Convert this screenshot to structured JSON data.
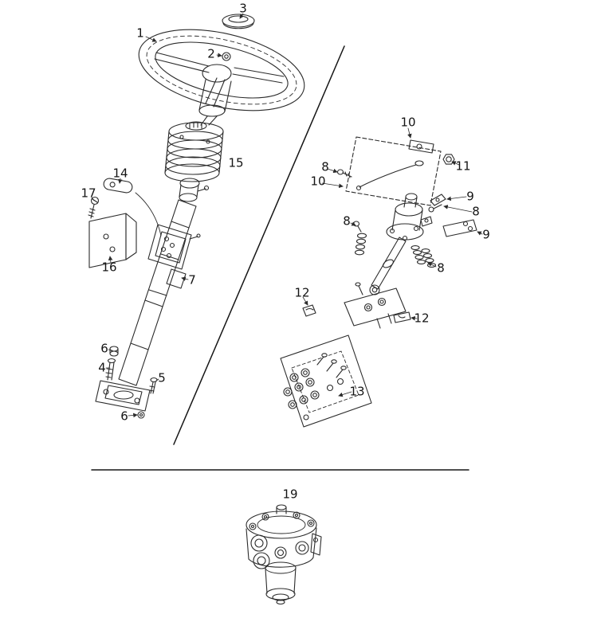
{
  "figure": {
    "type": "exploded-parts-diagram",
    "subject": "Steering column and steering control valve assembly"
  },
  "colors": {
    "line": "#2b2b2b",
    "background": "#ffffff"
  },
  "callouts": [
    {
      "part": "horn-cap",
      "label": "3"
    },
    {
      "part": "steering-wheel",
      "label": "1"
    },
    {
      "part": "wheel-nut",
      "label": "2"
    },
    {
      "part": "flex-coupling",
      "label": "15"
    },
    {
      "part": "cover-cap",
      "label": "14"
    },
    {
      "part": "screw-17",
      "label": "17"
    },
    {
      "part": "bracket-16",
      "label": "16"
    },
    {
      "part": "column-assembly",
      "label": "7"
    },
    {
      "part": "plate-10-top",
      "label": "10"
    },
    {
      "part": "screw-8-a",
      "label": "8"
    },
    {
      "part": "plate-10-left",
      "label": "10"
    },
    {
      "part": "nut-11",
      "label": "11"
    },
    {
      "part": "clip-9-upper",
      "label": "9"
    },
    {
      "part": "screw-8-b",
      "label": "8"
    },
    {
      "part": "screw-8-c",
      "label": "8"
    },
    {
      "part": "bracket-9-lower",
      "label": "9"
    },
    {
      "part": "spring-8",
      "label": "8"
    },
    {
      "part": "clamp-12-left",
      "label": "12"
    },
    {
      "part": "clamp-12-right",
      "label": "12"
    },
    {
      "part": "mount-plate-13",
      "label": "13"
    },
    {
      "part": "spacer-6-upper",
      "label": "6"
    },
    {
      "part": "bolt-4",
      "label": "4"
    },
    {
      "part": "screw-5",
      "label": "5"
    },
    {
      "part": "screw-6-lower",
      "label": "6"
    },
    {
      "part": "steering-valve-19",
      "label": "19"
    }
  ]
}
